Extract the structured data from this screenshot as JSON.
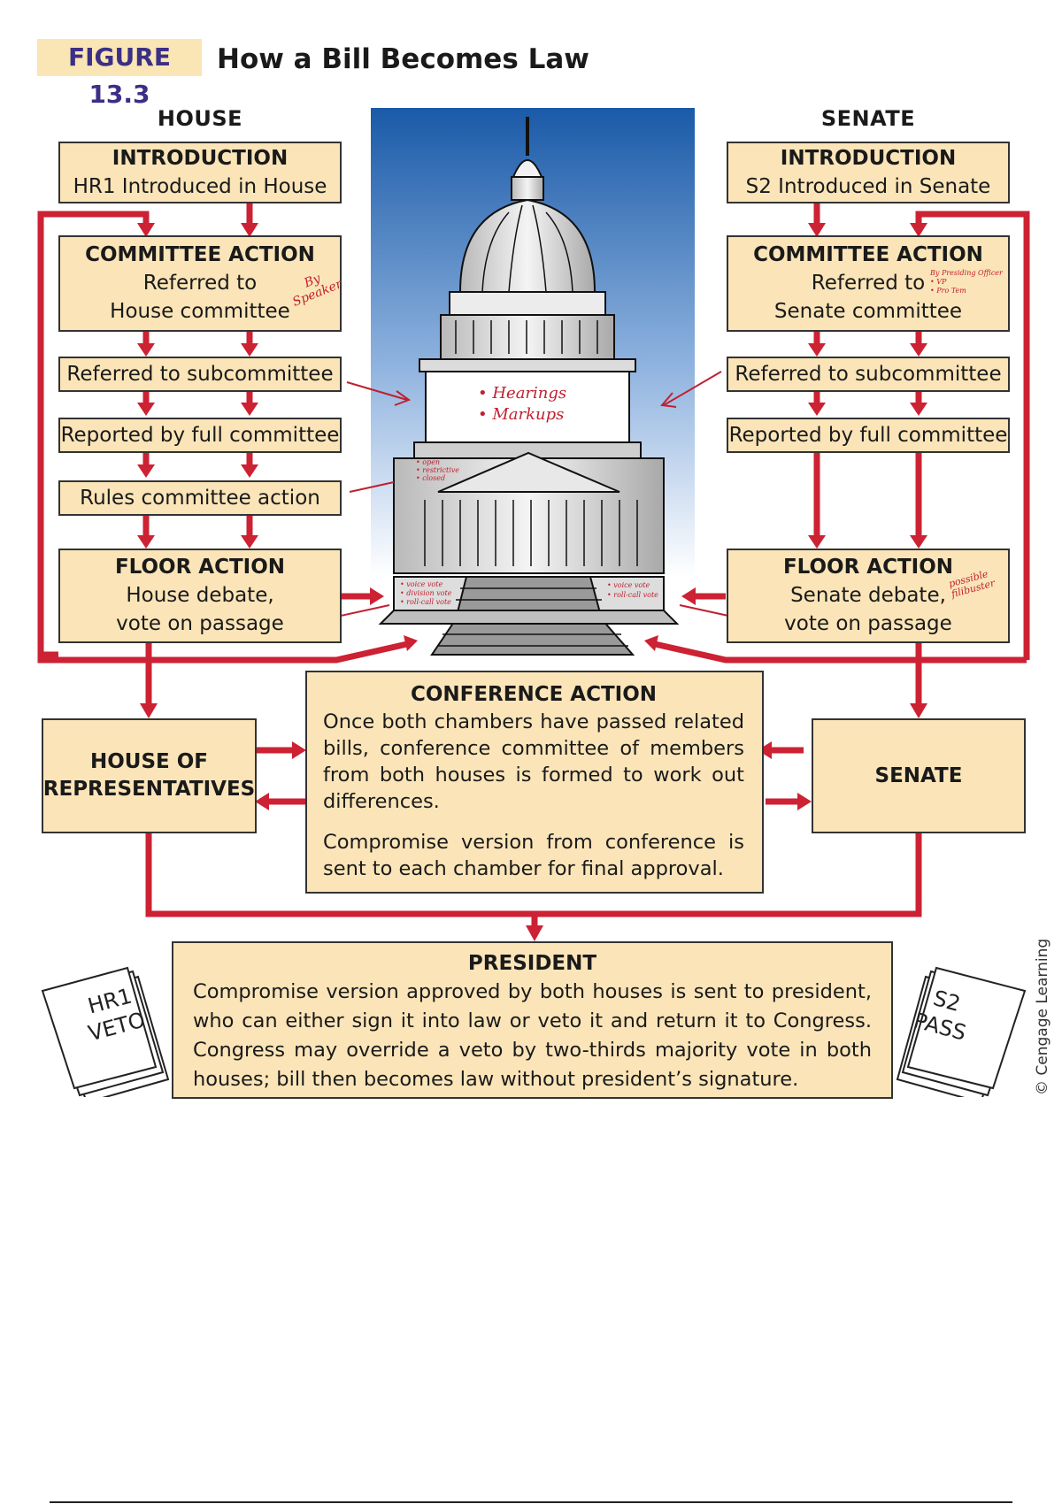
{
  "figure": {
    "number": "FIGURE 13.3",
    "title": "How a Bill Becomes Law"
  },
  "colors": {
    "accent_red": "#cc2233",
    "box_fill": "#fbe5b8",
    "figure_label_fill": "#fae6b4",
    "figure_label_text": "#3b2f86",
    "sky_top": "#1a5aa8"
  },
  "house": {
    "heading": "HOUSE",
    "introduction": {
      "heading": "INTRODUCTION",
      "text": "HR1 Introduced in House"
    },
    "committee": {
      "heading": "COMMITTEE ACTION",
      "line1": "Referred to",
      "line2": "House committee",
      "note": "By Speaker"
    },
    "subcommittee": "Referred to subcommittee",
    "reported": "Reported by full committee",
    "rules": "Rules committee action",
    "floor": {
      "heading": "FLOOR ACTION",
      "line1": "House debate,",
      "line2": "vote on passage"
    }
  },
  "senate": {
    "heading": "SENATE",
    "introduction": {
      "heading": "INTRODUCTION",
      "text": "S2 Introduced in Senate"
    },
    "committee": {
      "heading": "COMMITTEE ACTION",
      "line1": "Referred to",
      "line2": "Senate committee",
      "note_line1": "By Presiding Officer",
      "note_line2": "• VP",
      "note_line3": "• Pro Tem"
    },
    "subcommittee": "Referred to subcommittee",
    "reported": "Reported by full committee",
    "floor": {
      "heading": "FLOOR ACTION",
      "line1": "Senate debate,",
      "line2": "vote on passage",
      "note_line1": "possible",
      "note_line2": "filibuster"
    }
  },
  "capitol_notes": {
    "hearings": "• Hearings",
    "markups": "• Markups",
    "rules_line1": "• open",
    "rules_line2": "• restrictive",
    "rules_line3": "• closed",
    "house_vote_line1": "• voice vote",
    "house_vote_line2": "• division vote",
    "house_vote_line3": "• roll-call vote",
    "senate_vote_line1": "• voice vote",
    "senate_vote_line2": "• roll-call vote"
  },
  "conference": {
    "heading": "CONFERENCE ACTION",
    "para1": "Once both chambers have passed related bills, conference committee of members from both houses is formed to work out differences.",
    "para2": "Compromise version from conference is sent to each chamber for final approval."
  },
  "house_of_reps": {
    "line1": "HOUSE OF",
    "line2": "REPRESENTATIVES"
  },
  "senate_box": {
    "label": "SENATE"
  },
  "president": {
    "heading": "PRESIDENT",
    "text": "Compromise version approved by both houses is sent to president, who can either sign it into law or veto it and return it to Congress. Congress may override a veto by two-thirds majority vote in both houses; bill then becomes law without president’s signature."
  },
  "left_document": {
    "line1": "HR1",
    "line2": "VETO"
  },
  "right_document": {
    "line1": "S2",
    "line2": "PASS"
  },
  "credit": "© Cengage Learning"
}
